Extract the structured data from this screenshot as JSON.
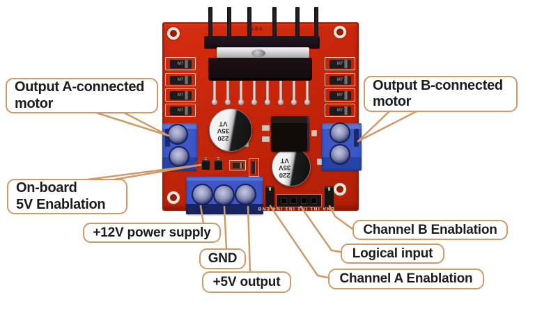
{
  "callouts": {
    "output_a": {
      "line1": "Output A-connected",
      "line2": "motor"
    },
    "output_b": {
      "line1": "Output B-connected",
      "line2": "motor"
    },
    "onboard_5v": {
      "line1": "On-board",
      "line2": "5V Enablation"
    },
    "power_12v": {
      "text": "+12V power supply"
    },
    "gnd": {
      "text": "GND"
    },
    "output_5v": {
      "text": "+5V output"
    },
    "channel_a": {
      "text": "Channel A Enablation"
    },
    "logical_input": {
      "text": "Logical input"
    },
    "channel_b": {
      "text": "Channel B Enablation"
    }
  },
  "board": {
    "heatsink_marking": "1586",
    "diode_marking": "M7",
    "capacitor": {
      "line1": "220",
      "line2": "35V",
      "line3": "VT"
    },
    "pin_silkscreen": "ENA IN1 IN2 IN3 IN4 ENB"
  },
  "colors": {
    "pcb_red": "#c62509",
    "callout_border": "#cf9a68",
    "terminal_blue": "#3b57c8",
    "marker_red": "#bd2c16"
  }
}
